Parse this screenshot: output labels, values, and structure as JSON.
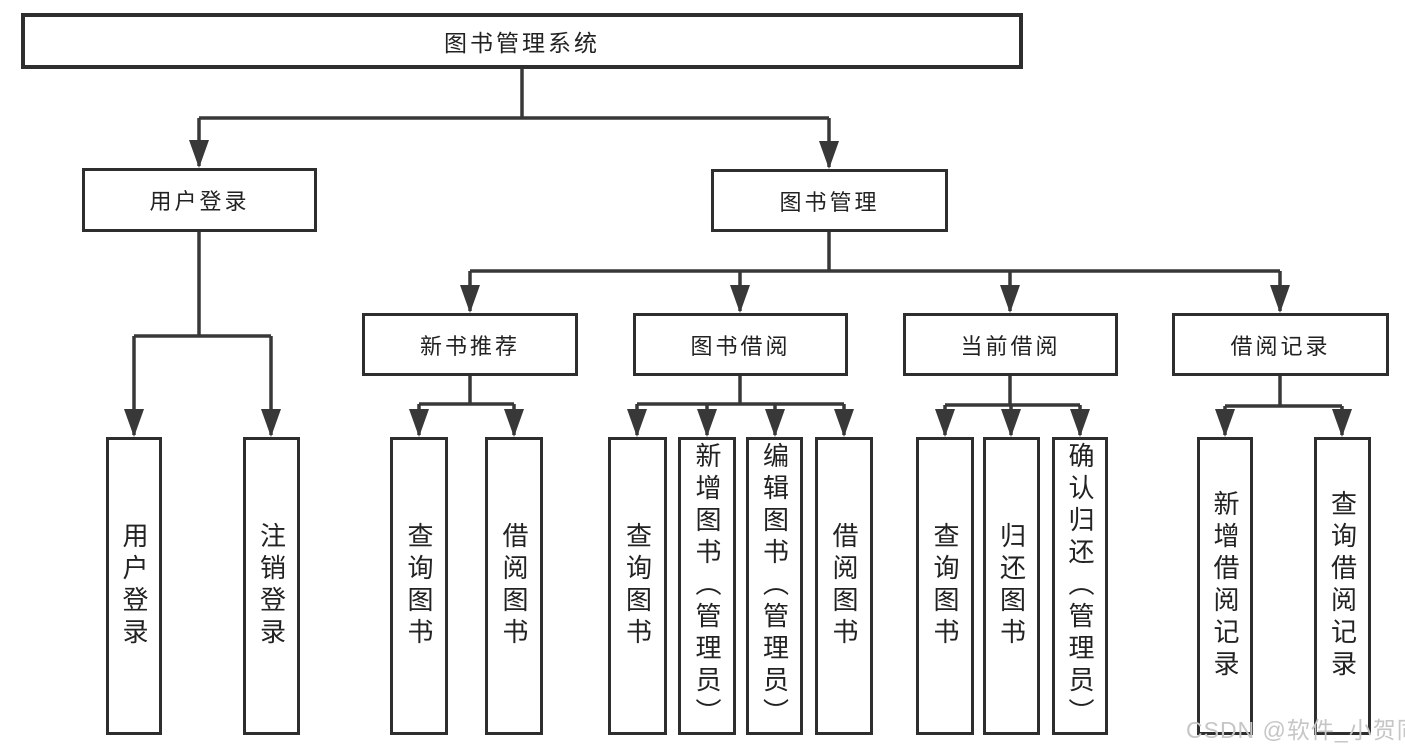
{
  "diagram": {
    "watermark": "CSDN @软件_小贺同学",
    "colors": {
      "line": "#383838",
      "box_border": "#2e2e2e",
      "text": "#222222",
      "watermark": "#c6c6c6",
      "background": "#ffffff"
    }
  },
  "tree": {
    "root": "图书管理系统",
    "children": [
      {
        "label": "用户登录",
        "children": [
          {
            "label": "用户登录"
          },
          {
            "label": "注销登录"
          }
        ]
      },
      {
        "label": "图书管理",
        "children": [
          {
            "label": "新书推荐",
            "children": [
              {
                "label": "查询图书"
              },
              {
                "label": "借阅图书"
              }
            ]
          },
          {
            "label": "图书借阅",
            "children": [
              {
                "label": "查询图书"
              },
              {
                "label": "新增图书（管理员）"
              },
              {
                "label": "编辑图书（管理员）"
              },
              {
                "label": "借阅图书"
              }
            ]
          },
          {
            "label": "当前借阅",
            "children": [
              {
                "label": "查询图书"
              },
              {
                "label": "归还图书"
              },
              {
                "label": "确认归还（管理员）"
              }
            ]
          },
          {
            "label": "借阅记录",
            "children": [
              {
                "label": "新增借阅记录"
              },
              {
                "label": "查询借阅记录"
              }
            ]
          }
        ]
      }
    ]
  }
}
